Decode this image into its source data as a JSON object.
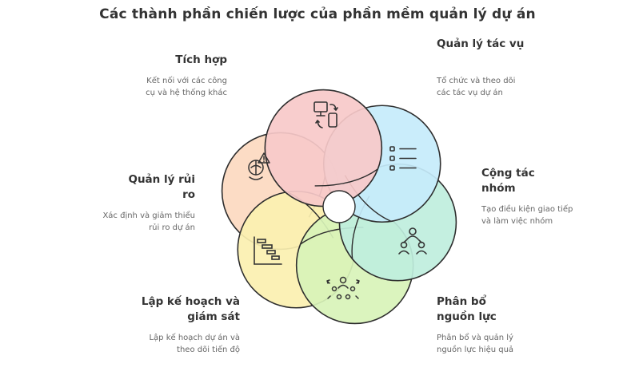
{
  "title": "Các thành phần chiến lược của phần mềm quản lý dự án",
  "segments": [
    {
      "label": "Quản lý tác vụ",
      "description": "Tổ chức và theo dõi các tác vụ dự án",
      "color": "#c6ecfb",
      "icon": "task-list-icon"
    },
    {
      "label": "Cộng tác nhóm",
      "description": "Tạo điều kiện giao tiếp và làm việc nhóm",
      "color": "#bfeedd",
      "icon": "team-collaboration-icon"
    },
    {
      "label": "Phân bổ nguồn lực",
      "description": "Phân bổ và quản lý nguồn lực hiệu quả",
      "color": "#d8f3b8",
      "icon": "resource-allocation-icon"
    },
    {
      "label": "Lập kế hoạch và giám sát",
      "description": "Lập kế hoạch dự án và theo dõi tiến độ",
      "color": "#fbf0b0",
      "icon": "gantt-chart-icon"
    },
    {
      "label": "Quản lý rủi ro",
      "description": "Xác định và giảm thiểu rủi ro dự án",
      "color": "#fcd9c0",
      "icon": "risk-warning-icon"
    },
    {
      "label": "Tích hợp",
      "description": "Kết nối với các công cụ và hệ thống khác",
      "color": "#f7c9c9",
      "icon": "device-sync-icon"
    }
  ]
}
